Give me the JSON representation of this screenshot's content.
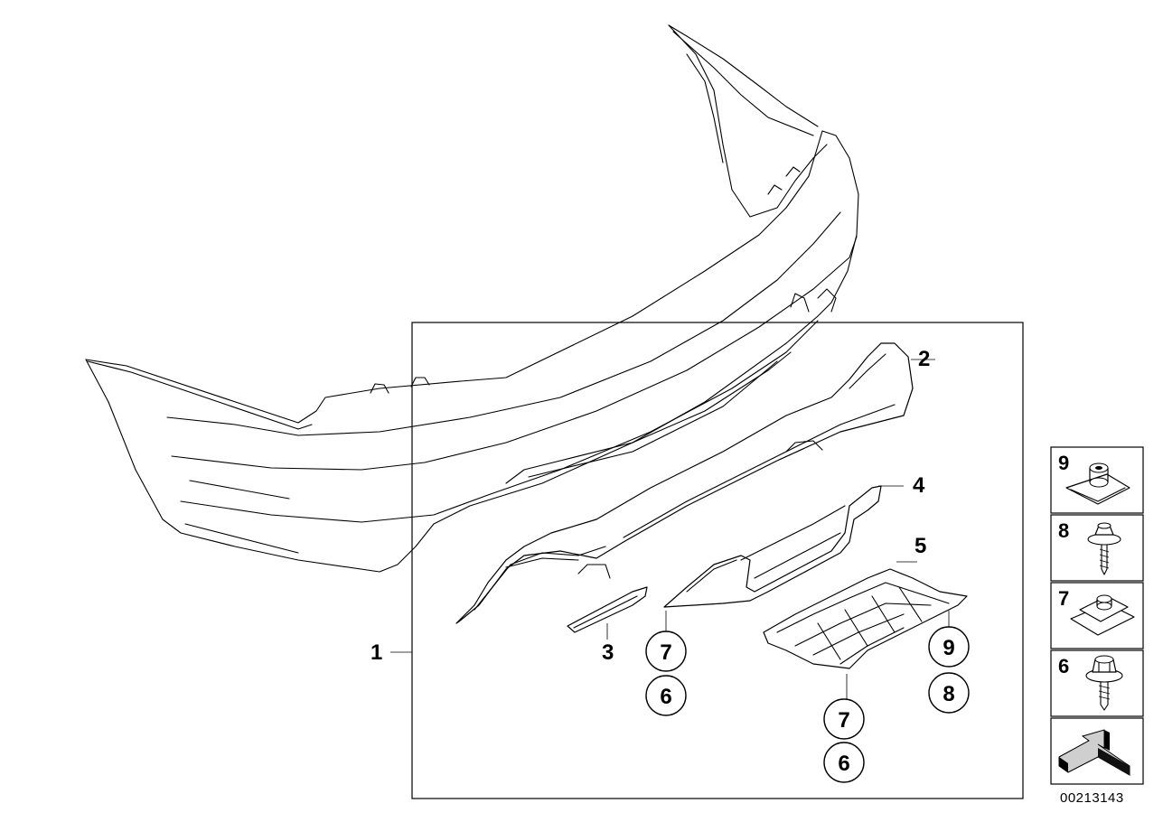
{
  "diagram": {
    "callouts": {
      "c1": "1",
      "c2": "2",
      "c3": "3",
      "c4": "4",
      "c5": "5"
    },
    "circle_labels": {
      "left_top": "7",
      "left_bottom": "6",
      "right_top": "9",
      "right_bottom": "8",
      "lower_top": "7",
      "lower_bottom": "6"
    },
    "legend": {
      "items": [
        {
          "number": "9",
          "icon": "speed-nut-icon"
        },
        {
          "number": "8",
          "icon": "collar-screw-icon"
        },
        {
          "number": "7",
          "icon": "clip-nut-icon"
        },
        {
          "number": "6",
          "icon": "hex-screw-icon"
        }
      ],
      "arrow_icon": "direction-arrow-icon"
    },
    "document_id": "00213143"
  }
}
